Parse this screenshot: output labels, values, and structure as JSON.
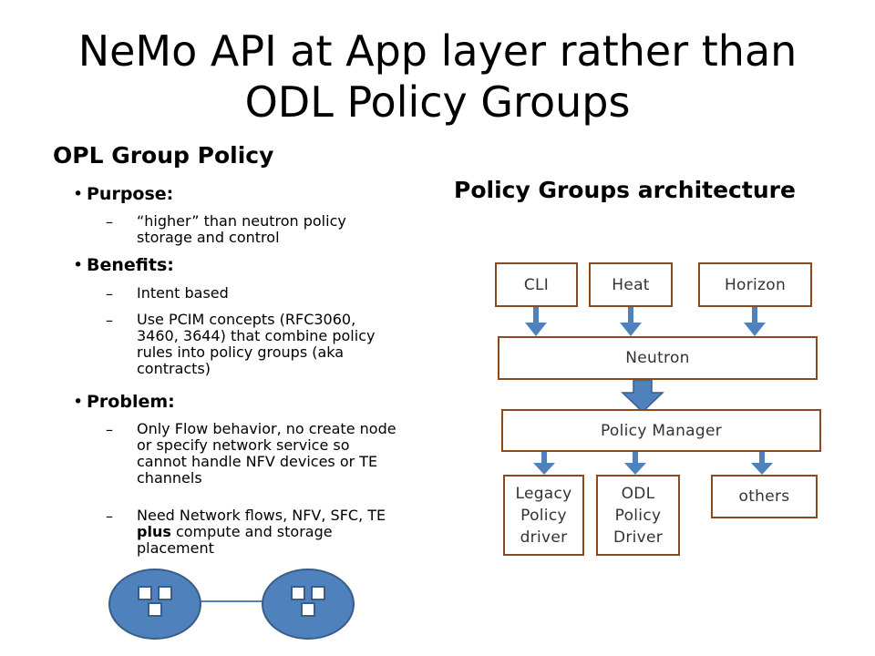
{
  "slide": {
    "title_line1": "NeMo API at App layer rather than",
    "title_line2": "ODL Policy Groups",
    "left_heading": "OPL Group Policy",
    "right_heading": "Policy Groups architecture"
  },
  "bullets": {
    "purpose_label": "Purpose:",
    "purpose_item1_l1": "“higher” than neutron policy",
    "purpose_item1_l2": "storage and control",
    "benefits_label": "Benefits:",
    "benefits_item1": "Intent based",
    "benefits_item2_l1": "Use PCIM concepts (RFC3060,",
    "benefits_item2_l2": "3460, 3644) that combine policy",
    "benefits_item2_l3": "rules into policy groups (aka",
    "benefits_item2_l4": "contracts)",
    "problem_label": "Problem:",
    "problem_item1_l1": "Only Flow behavior, no create node",
    "problem_item1_l2": "or specify network service so",
    "problem_item1_l3": "cannot handle NFV devices or TE",
    "problem_item1_l4": "channels",
    "problem_item2_l1": "Need Network flows, NFV, SFC, TE",
    "problem_item2_l2_bold": "plus",
    "problem_item2_l2_rest": " compute and storage",
    "problem_item2_l3": "placement",
    "dash": "–"
  },
  "diagram": {
    "cli": "CLI",
    "heat": "Heat",
    "horizon": "Horizon",
    "neutron": "Neutron",
    "policy_manager": "Policy Manager",
    "legacy_l1": "Legacy",
    "legacy_l2": "Policy",
    "legacy_l3": "driver",
    "odl_l1": "ODL",
    "odl_l2": "Policy",
    "odl_l3": "Driver",
    "others": "others"
  },
  "colors": {
    "box_border": "#8b4a1e",
    "arrow": "#4f81bd",
    "node_fill": "#4f81bd",
    "node_stroke": "#385d8a"
  }
}
